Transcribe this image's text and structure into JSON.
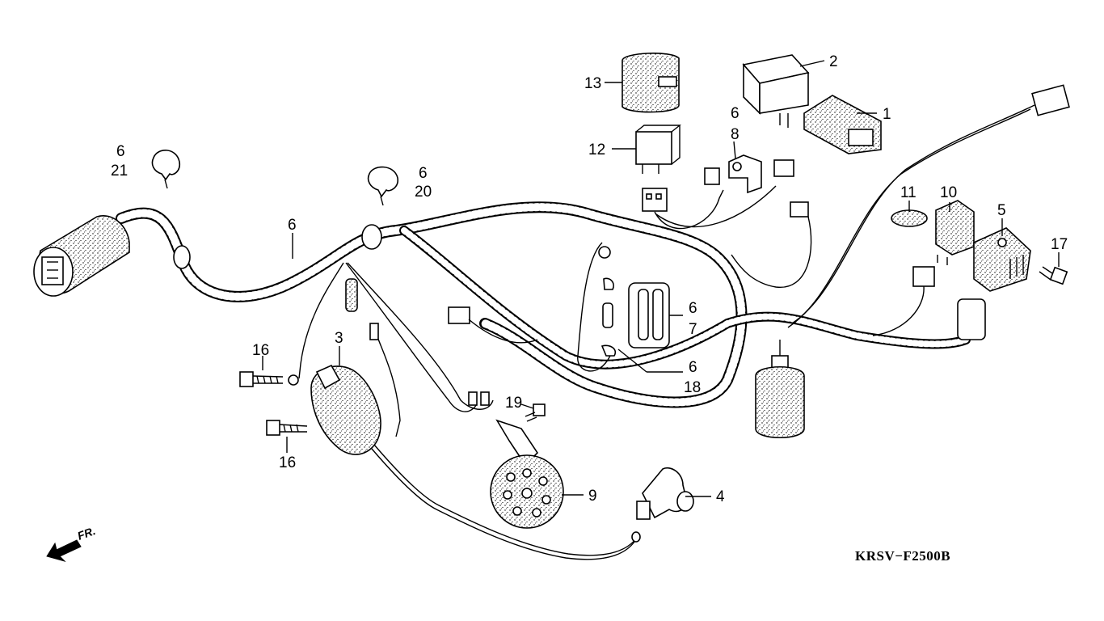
{
  "diagram_code": "KRSV−F2500B",
  "front_arrow_label": "FR.",
  "callouts": [
    {
      "id": "c1",
      "text": "1"
    },
    {
      "id": "c2",
      "text": "2"
    },
    {
      "id": "c3",
      "text": "3"
    },
    {
      "id": "c4",
      "text": "4"
    },
    {
      "id": "c5",
      "text": "5"
    },
    {
      "id": "c6a",
      "text": "6"
    },
    {
      "id": "c21",
      "text": "21"
    },
    {
      "id": "c6b",
      "text": "6"
    },
    {
      "id": "c20",
      "text": "20"
    },
    {
      "id": "c6c",
      "text": "6"
    },
    {
      "id": "c6d",
      "text": "6"
    },
    {
      "id": "c6e",
      "text": "6"
    },
    {
      "id": "c7",
      "text": "7"
    },
    {
      "id": "c6f",
      "text": "6"
    },
    {
      "id": "c18",
      "text": "18"
    },
    {
      "id": "c8",
      "text": "8"
    },
    {
      "id": "c9",
      "text": "9"
    },
    {
      "id": "c10",
      "text": "10"
    },
    {
      "id": "c11",
      "text": "11"
    },
    {
      "id": "c12",
      "text": "12"
    },
    {
      "id": "c13",
      "text": "13"
    },
    {
      "id": "c16a",
      "text": "16"
    },
    {
      "id": "c16b",
      "text": "16"
    },
    {
      "id": "c17",
      "text": "17"
    },
    {
      "id": "c19",
      "text": "19"
    }
  ]
}
